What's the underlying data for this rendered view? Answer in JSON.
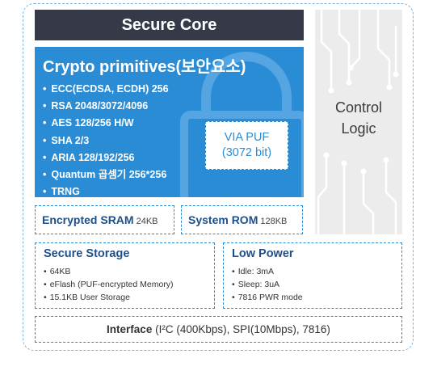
{
  "secure_core": {
    "title": "Secure Core"
  },
  "crypto": {
    "title": "Crypto primitives(보안요소)",
    "items": [
      "ECC(ECDSA, ECDH) 256",
      "RSA 2048/3072/4096",
      "AES 128/256 H/W",
      "SHA 2/3",
      "ARIA 128/192/256",
      "Quantum 곱셈기 256*256",
      "TRNG"
    ],
    "puf_line1": "VIA PUF",
    "puf_line2": "(3072 bit)"
  },
  "control_logic": {
    "label": "Control\nLogic"
  },
  "sram": {
    "title": "Encrypted SRAM",
    "size": "24KB"
  },
  "rom": {
    "title": "System ROM",
    "size": "128KB"
  },
  "secure_storage": {
    "title": "Secure Storage",
    "items": [
      "64KB",
      "eFlash (PUF-encrypted Memory)",
      "15.1KB User Storage"
    ]
  },
  "low_power": {
    "title": "Low Power",
    "items": [
      "Idle: 3mA",
      "Sleep: 3uA",
      "7816 PWR mode"
    ]
  },
  "interface": {
    "label": "Interface",
    "details": "(I²C (400Kbps), SPI(10Mbps), 7816)"
  },
  "colors": {
    "accent_blue": "#2b8cd6",
    "dark_header": "#363a48",
    "panel_gray": "#ececec",
    "border_dashed": "#79b2de"
  }
}
